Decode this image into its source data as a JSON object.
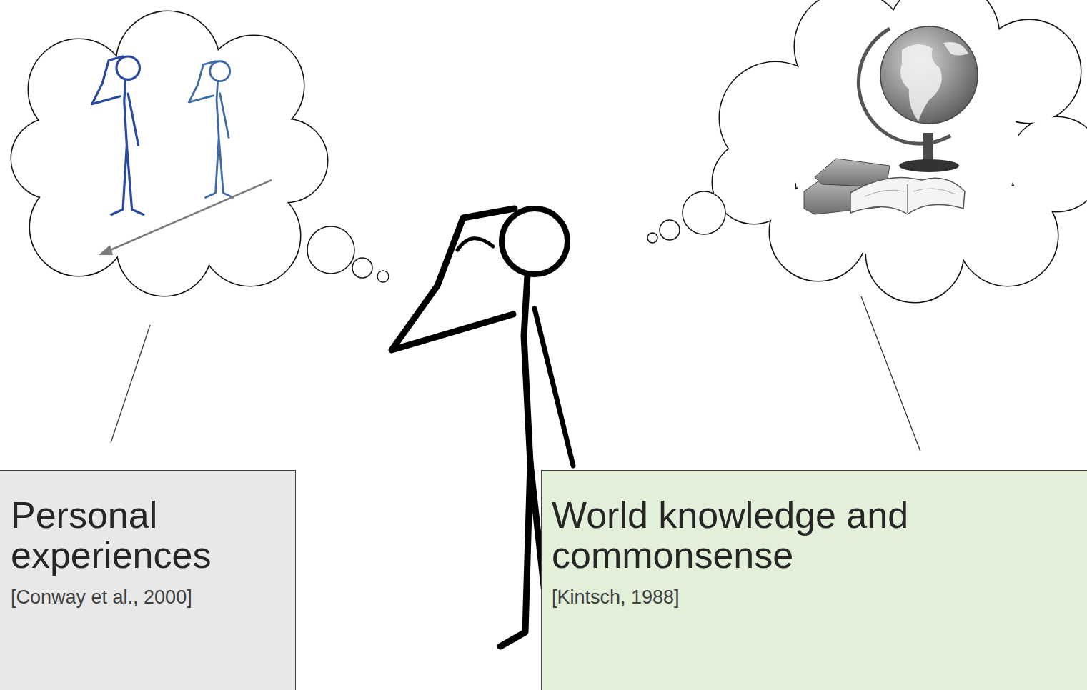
{
  "diagram": {
    "nodes": [
      {
        "text": [
          "Personal experiences",
          "[Conway et al., 2000]"
        ]
      },
      {
        "text": [
          "World knowledge and commonsense",
          "[Kintsch, 1988]"
        ]
      }
    ]
  }
}
